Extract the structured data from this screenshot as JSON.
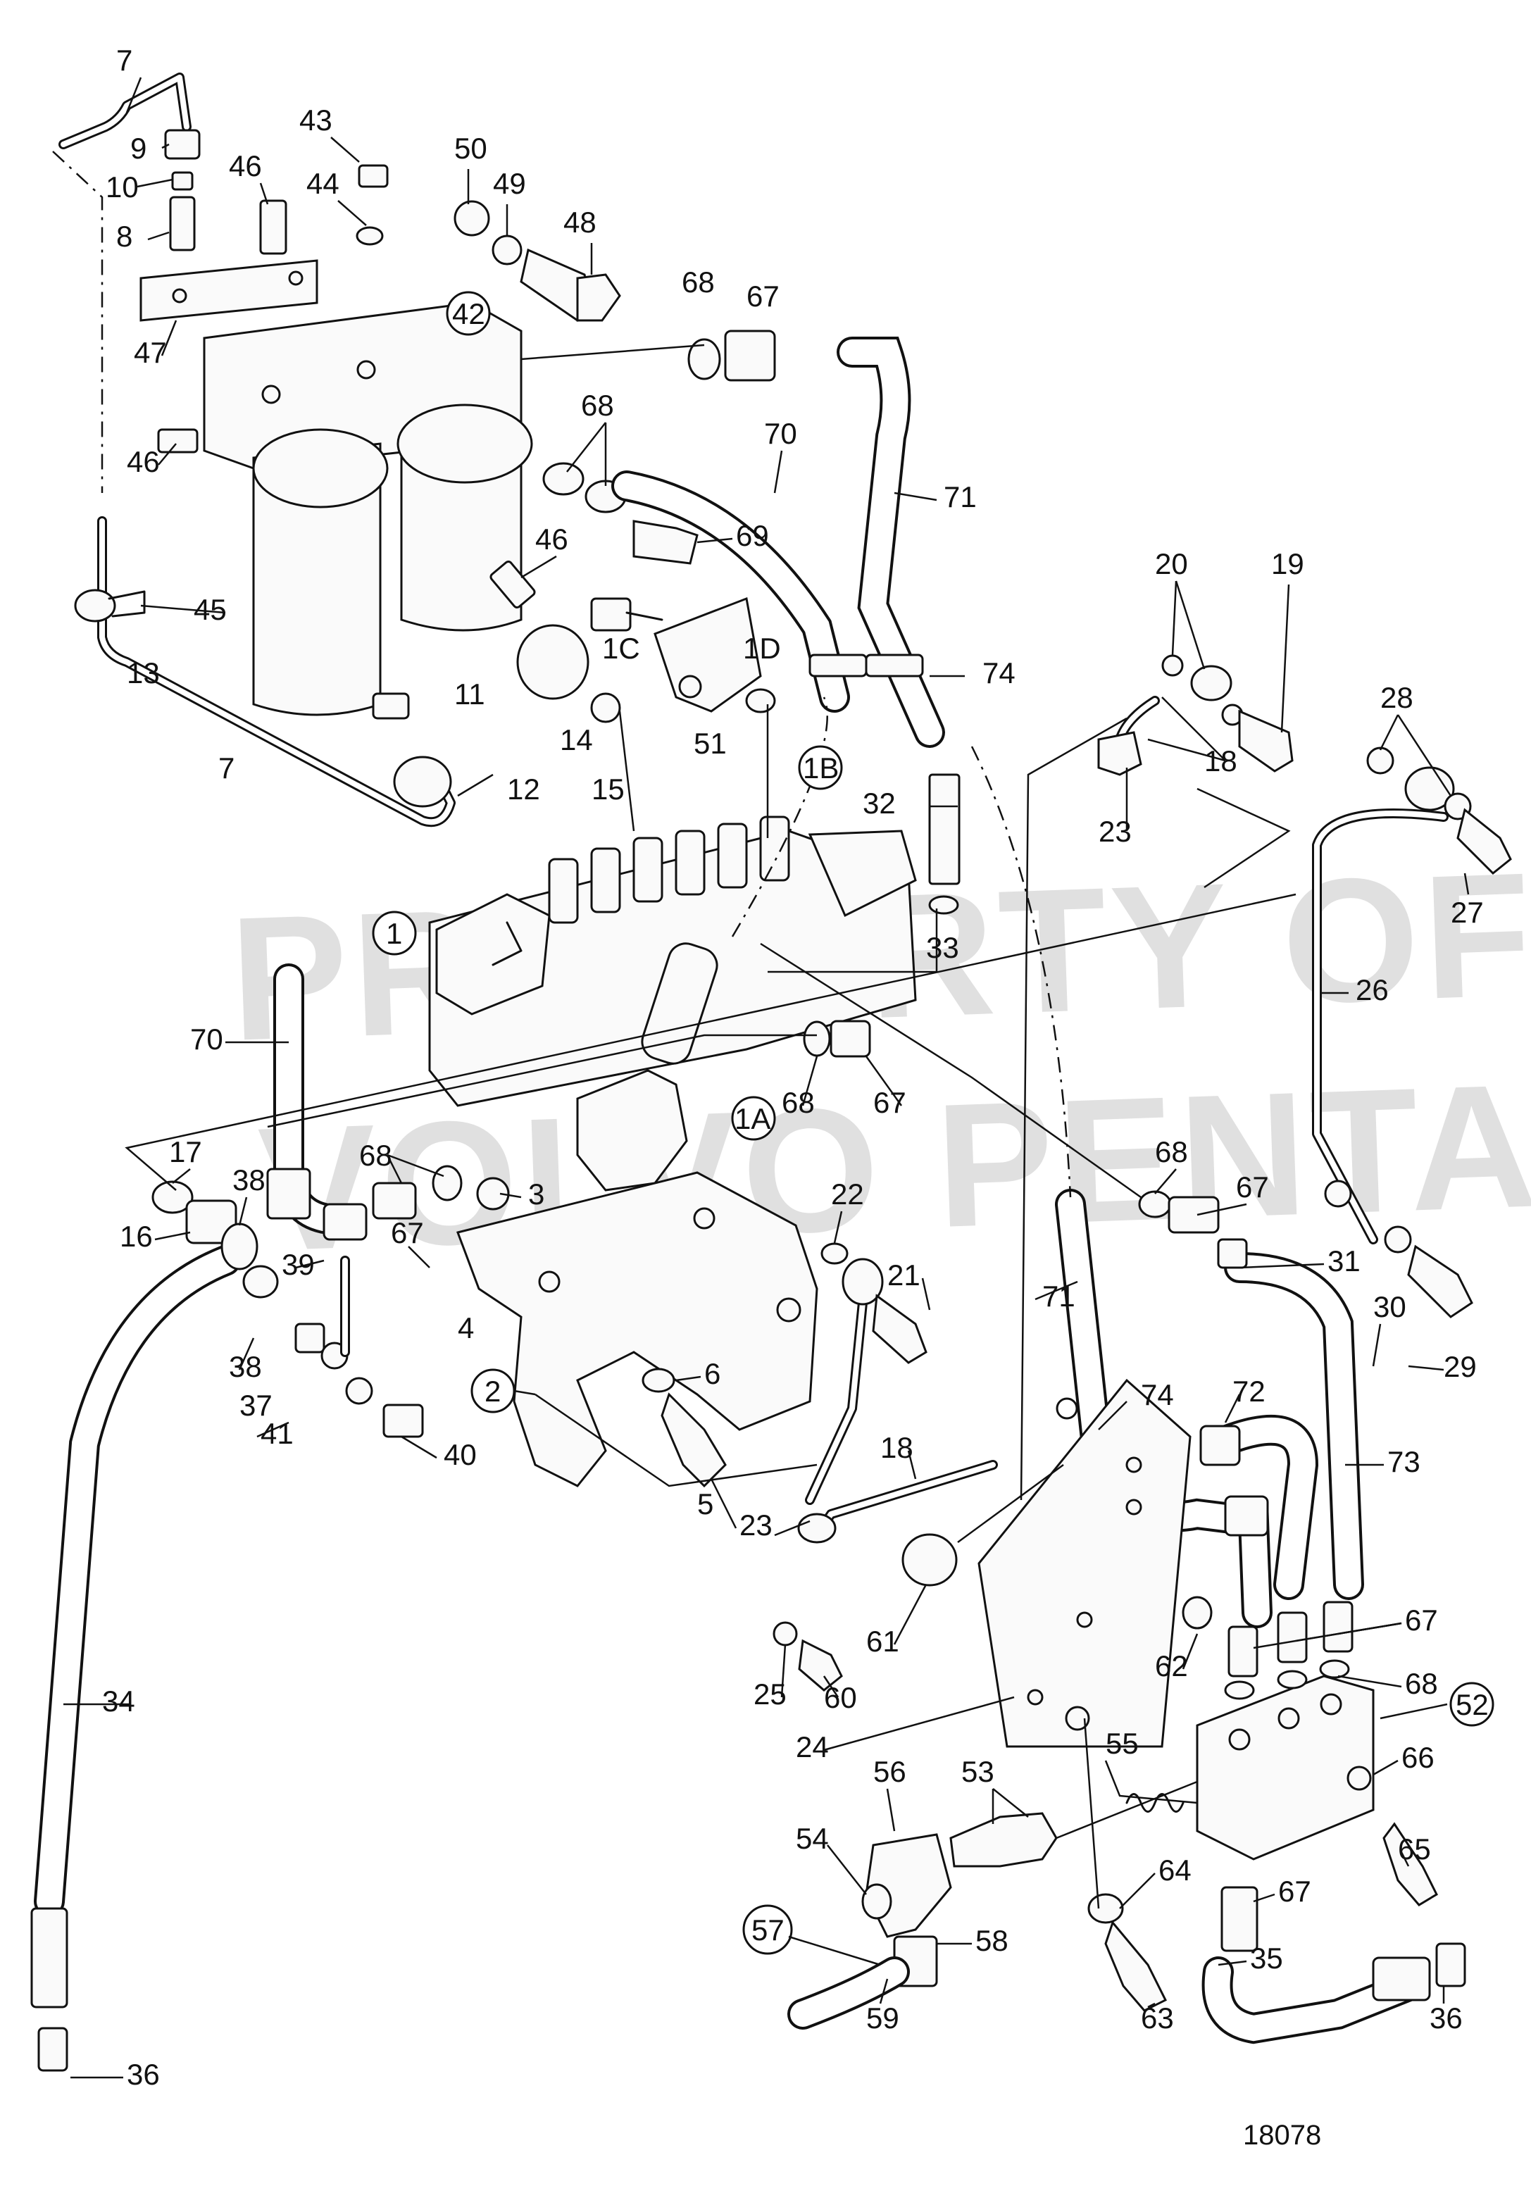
{
  "watermark": {
    "line1": "PROPERTY OF",
    "line2": "VOLVO PENTA"
  },
  "figure_number": "18078",
  "labels": [
    {
      "id": "7-top",
      "text": "7"
    },
    {
      "id": "9",
      "text": "9"
    },
    {
      "id": "10",
      "text": "10"
    },
    {
      "id": "8",
      "text": "8"
    },
    {
      "id": "43",
      "text": "43"
    },
    {
      "id": "46-a",
      "text": "46"
    },
    {
      "id": "44",
      "text": "44"
    },
    {
      "id": "50",
      "text": "50"
    },
    {
      "id": "49",
      "text": "49"
    },
    {
      "id": "48",
      "text": "48"
    },
    {
      "id": "42",
      "text": "42"
    },
    {
      "id": "68-a",
      "text": "68"
    },
    {
      "id": "67-a",
      "text": "67"
    },
    {
      "id": "47",
      "text": "47"
    },
    {
      "id": "46-b",
      "text": "46"
    },
    {
      "id": "68-b",
      "text": "68"
    },
    {
      "id": "70-a",
      "text": "70"
    },
    {
      "id": "71-a",
      "text": "71"
    },
    {
      "id": "69",
      "text": "69"
    },
    {
      "id": "46-c",
      "text": "46"
    },
    {
      "id": "45",
      "text": "45"
    },
    {
      "id": "13",
      "text": "13"
    },
    {
      "id": "1C",
      "text": "1C"
    },
    {
      "id": "1D",
      "text": "1D"
    },
    {
      "id": "74-a",
      "text": "74"
    },
    {
      "id": "20",
      "text": "20"
    },
    {
      "id": "19",
      "text": "19"
    },
    {
      "id": "11",
      "text": "11"
    },
    {
      "id": "14",
      "text": "14"
    },
    {
      "id": "15",
      "text": "15"
    },
    {
      "id": "51",
      "text": "51"
    },
    {
      "id": "1B",
      "text": "1B"
    },
    {
      "id": "18-a",
      "text": "18"
    },
    {
      "id": "28",
      "text": "28"
    },
    {
      "id": "12",
      "text": "12"
    },
    {
      "id": "7-b",
      "text": "7"
    },
    {
      "id": "32",
      "text": "32"
    },
    {
      "id": "23-a",
      "text": "23"
    },
    {
      "id": "27",
      "text": "27"
    },
    {
      "id": "1",
      "text": "1"
    },
    {
      "id": "33",
      "text": "33"
    },
    {
      "id": "26",
      "text": "26"
    },
    {
      "id": "70-b",
      "text": "70"
    },
    {
      "id": "68-c",
      "text": "68"
    },
    {
      "id": "67-b",
      "text": "67"
    },
    {
      "id": "1A",
      "text": "1A"
    },
    {
      "id": "17",
      "text": "17"
    },
    {
      "id": "68-d",
      "text": "68"
    },
    {
      "id": "38-a",
      "text": "38"
    },
    {
      "id": "3",
      "text": "3"
    },
    {
      "id": "22",
      "text": "22"
    },
    {
      "id": "68-e",
      "text": "68"
    },
    {
      "id": "67-c",
      "text": "67"
    },
    {
      "id": "16",
      "text": "16"
    },
    {
      "id": "67-d",
      "text": "67"
    },
    {
      "id": "39",
      "text": "39"
    },
    {
      "id": "31",
      "text": "31"
    },
    {
      "id": "21",
      "text": "21"
    },
    {
      "id": "71-b",
      "text": "71"
    },
    {
      "id": "30",
      "text": "30"
    },
    {
      "id": "29",
      "text": "29"
    },
    {
      "id": "38-b",
      "text": "38"
    },
    {
      "id": "4",
      "text": "4"
    },
    {
      "id": "37",
      "text": "37"
    },
    {
      "id": "6",
      "text": "6"
    },
    {
      "id": "74-b",
      "text": "74"
    },
    {
      "id": "72",
      "text": "72"
    },
    {
      "id": "2",
      "text": "2"
    },
    {
      "id": "41",
      "text": "41"
    },
    {
      "id": "40",
      "text": "40"
    },
    {
      "id": "5",
      "text": "5"
    },
    {
      "id": "73",
      "text": "73"
    },
    {
      "id": "18-b",
      "text": "18"
    },
    {
      "id": "23-b",
      "text": "23"
    },
    {
      "id": "61",
      "text": "61"
    },
    {
      "id": "67-e",
      "text": "67"
    },
    {
      "id": "62",
      "text": "62"
    },
    {
      "id": "25",
      "text": "25"
    },
    {
      "id": "60",
      "text": "60"
    },
    {
      "id": "68-f",
      "text": "68"
    },
    {
      "id": "24",
      "text": "24"
    },
    {
      "id": "34",
      "text": "34"
    },
    {
      "id": "52",
      "text": "52"
    },
    {
      "id": "55",
      "text": "55"
    },
    {
      "id": "66",
      "text": "66"
    },
    {
      "id": "56",
      "text": "56"
    },
    {
      "id": "53",
      "text": "53"
    },
    {
      "id": "54",
      "text": "54"
    },
    {
      "id": "65",
      "text": "65"
    },
    {
      "id": "64",
      "text": "64"
    },
    {
      "id": "67-f",
      "text": "67"
    },
    {
      "id": "57",
      "text": "57"
    },
    {
      "id": "58",
      "text": "58"
    },
    {
      "id": "35",
      "text": "35"
    },
    {
      "id": "59",
      "text": "59"
    },
    {
      "id": "63",
      "text": "63"
    },
    {
      "id": "36-a",
      "text": "36"
    },
    {
      "id": "36-b",
      "text": "36"
    }
  ]
}
